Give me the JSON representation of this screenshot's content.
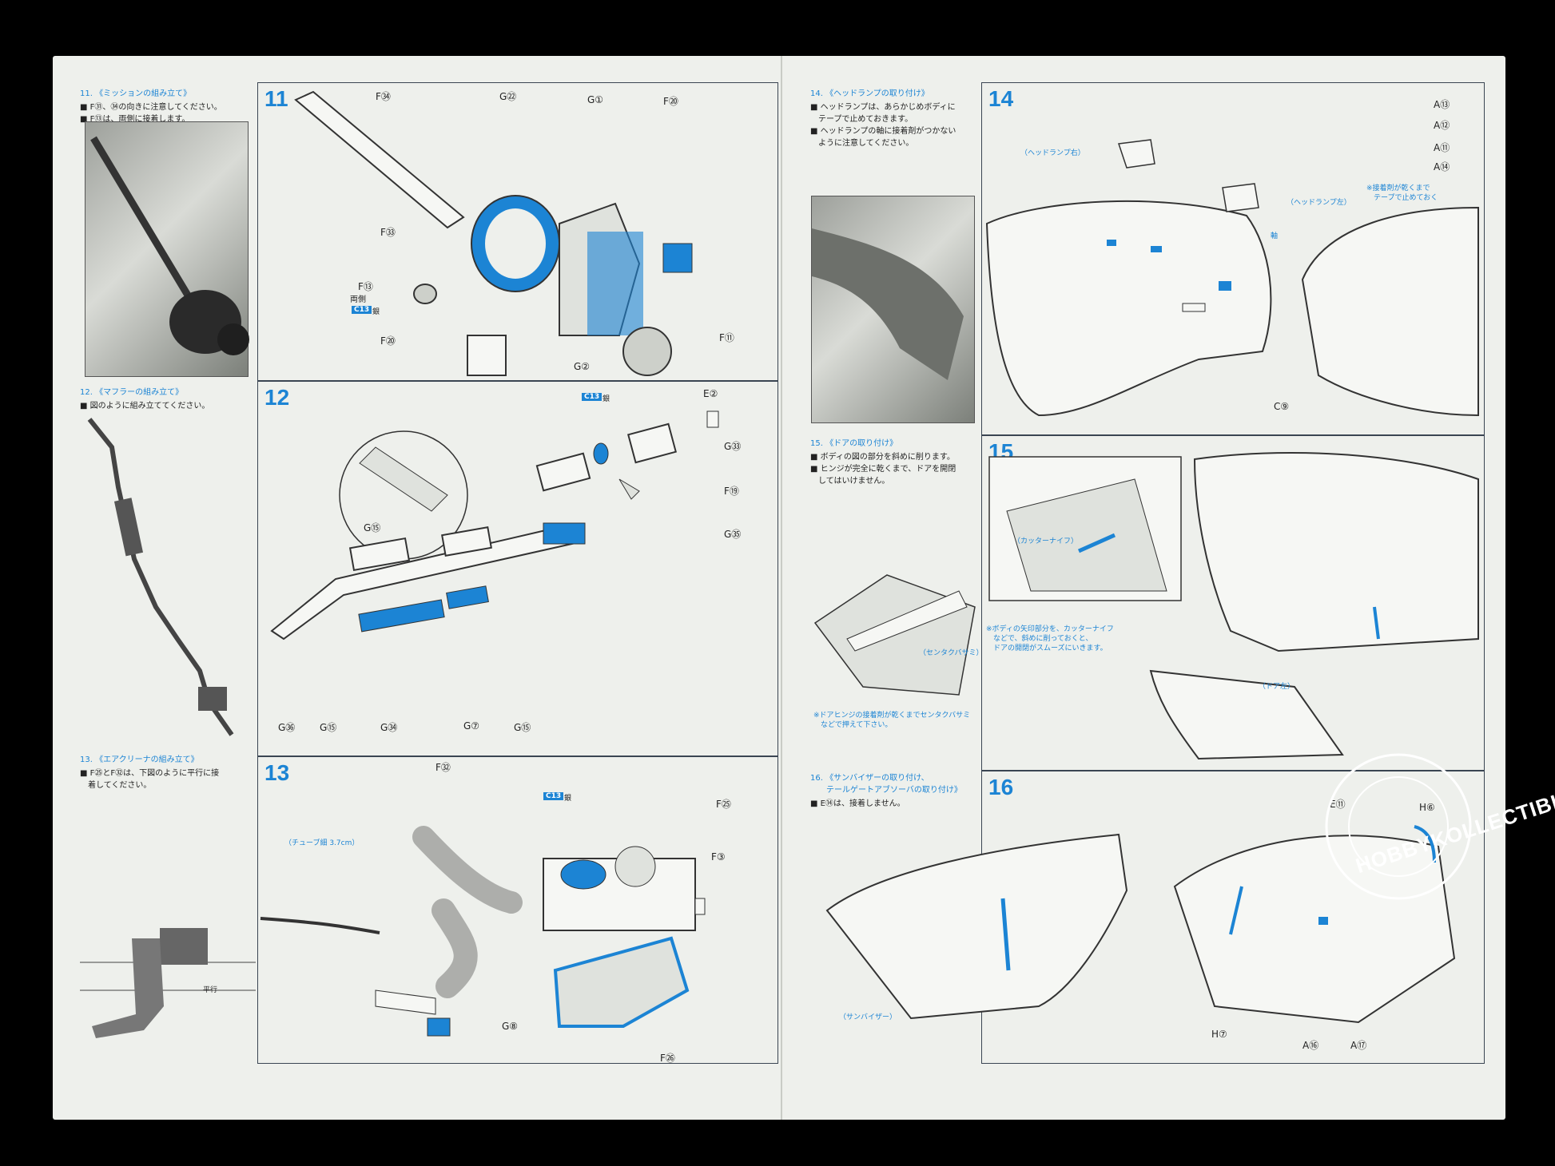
{
  "left_column": {
    "section11": {
      "title": "11. 《ミッションの組み立て》",
      "lines": [
        "■ F㉛、㉞の向きに注意してください。",
        "■ F⑬は、両側に接着します。"
      ]
    },
    "section12": {
      "title": "12. 《マフラーの組み立て》",
      "lines": [
        "■ 図のように組み立ててください。"
      ]
    },
    "section13": {
      "title": "13. 《エアクリーナの組み立て》",
      "lines": [
        "■ F㉕とF㉜は、下図のように平行に接",
        "　着してください。"
      ],
      "parallel_label": "平行"
    }
  },
  "step11": {
    "number": "11",
    "labels": [
      "F㉞",
      "G㉒",
      "G①",
      "F⑳",
      "F㉝",
      "F⑬",
      "両側",
      "F⑳",
      "G②",
      "F⑪"
    ],
    "paint_tag": "C13",
    "paint_text": "銀"
  },
  "step12": {
    "number": "12",
    "labels": [
      "E②",
      "G㉝",
      "F⑲",
      "G㉟",
      "G⑮",
      "G㊱",
      "G⑮",
      "G㉞",
      "G⑦",
      "G⑮"
    ],
    "paint_tag": "C13",
    "paint_text": "銀"
  },
  "step13": {
    "number": "13",
    "labels": [
      "F㉜",
      "F㉕",
      "F③",
      "G⑧",
      "F㉖"
    ],
    "tube_note": "（チューブ細 3.7cm）",
    "paint_tag": "C13",
    "paint_text": "銀"
  },
  "right_notes": {
    "section14": {
      "title": "14. 《ヘッドランプの取り付け》",
      "lines": [
        "■ ヘッドランプは、あらかじめボディに",
        "　テープで止めておきます。",
        "■ ヘッドランプの軸に接着剤がつかない",
        "　ように注意してください。"
      ]
    },
    "section15": {
      "title": "15. 《ドアの取り付け》",
      "lines": [
        "■ ボディの図の部分を斜めに削ります。",
        "■ ヒンジが完全に乾くまで、ドアを開閉",
        "　してはいけません。"
      ]
    },
    "section16": {
      "title": "16. 《サンバイザーの取り付け、",
      "title2": "　　テールゲートアブソーバの取り付け》",
      "lines": [
        "■ E⑭は、接着しません。"
      ]
    },
    "clamp_label": "（センタクバサミ）",
    "clamp_note": [
      "※ドアヒンジの接着剤が乾くまでセンタクバサミ",
      "　などで押えて下さい。"
    ]
  },
  "step14": {
    "number": "14",
    "labels": [
      "A⑬",
      "A⑫",
      "A⑪",
      "A⑭",
      "C⑨"
    ],
    "sublabels": [
      "（ヘッドランプ右）",
      "（ヘッドランプ左）",
      "軸"
    ],
    "note": [
      "※接着剤が乾くまで",
      "　テープで止めておく"
    ]
  },
  "step15": {
    "number": "15",
    "sublabels": [
      "（カッターナイフ）",
      "（ドア左）"
    ],
    "note": [
      "※ボディの矢印部分を、カッターナイフ",
      "　などで、斜めに削っておくと、",
      "　ドアの開閉がスムーズにいきます。"
    ]
  },
  "step16": {
    "number": "16",
    "labels": [
      "E⑪",
      "H⑥",
      "H⑦",
      "A⑯",
      "A⑰"
    ],
    "sublabels": [
      "（サンバイザー）"
    ]
  },
  "watermark": "HOBBYKOLLECTIBLES",
  "colors": {
    "accent_blue": "#1c84d4",
    "paper": "#eef0ec",
    "frame": "#3a4552",
    "background": "#000000"
  }
}
